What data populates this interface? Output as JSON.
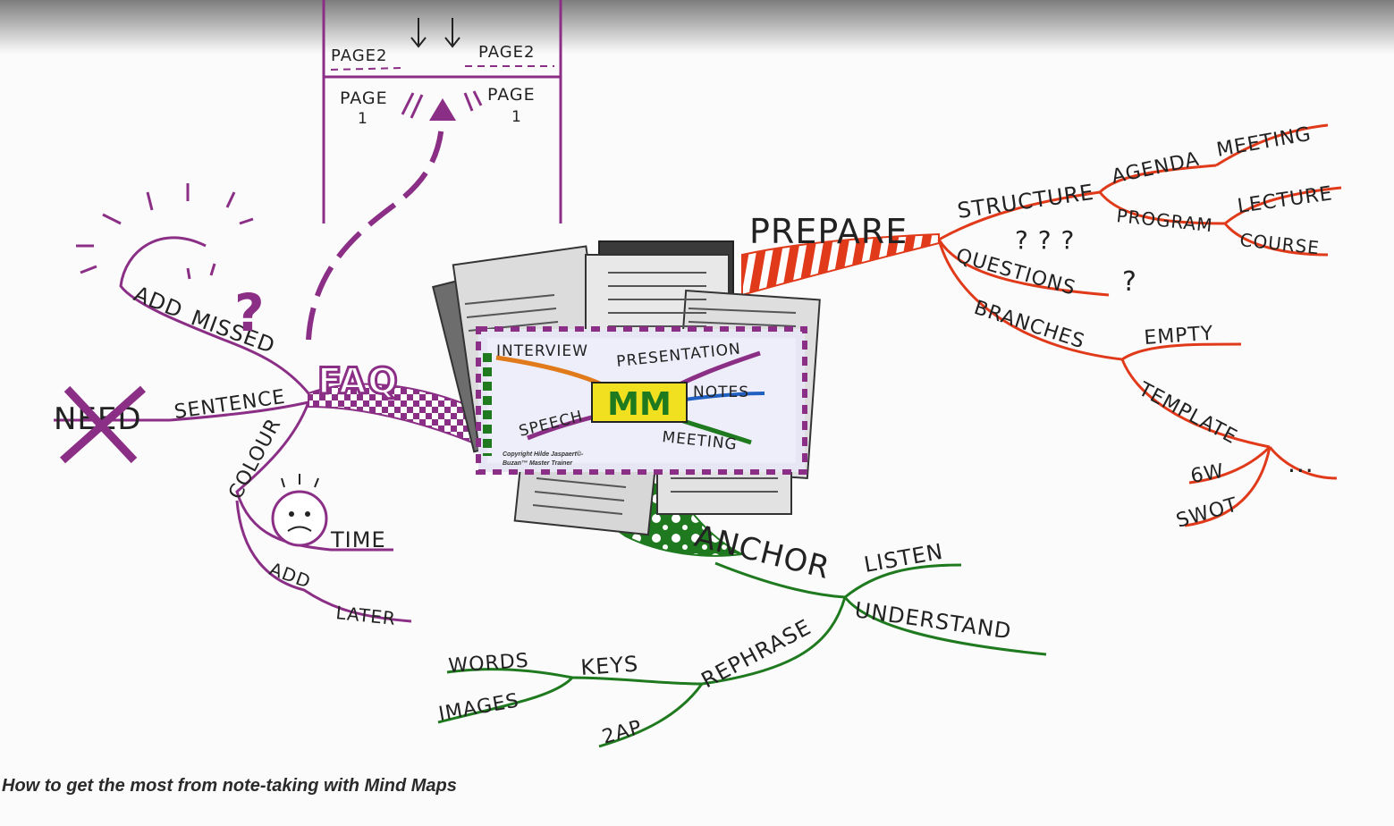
{
  "caption": "How to get the most from note-taking with Mind Maps",
  "colors": {
    "purple": "#8b2f86",
    "red": "#e03a1a",
    "green": "#1f7a1f",
    "ink": "#222222",
    "yellow": "#f0e020"
  },
  "center": {
    "letters": "MM",
    "words": [
      "INTERVIEW",
      "PRESENTATION",
      "NOTES",
      "SPEECH",
      "MEETING"
    ],
    "copyright_line1": "Copyright Hilde Jaspaert©-",
    "copyright_line2": "Buzan™ Master Trainer"
  },
  "page_box": {
    "page2_left": "PAGE2",
    "page2_right": "PAGE2",
    "page1_left": "PAGE",
    "page1_left_num": "1",
    "page1_right": "PAGE",
    "page1_right_num": "1"
  },
  "purple_branch": {
    "main": "FAQ",
    "crossed": "NEED",
    "sentence": "SENTENCE",
    "add": "ADD",
    "missed": "MISSED",
    "colour": "COLOUR",
    "time": "TIME",
    "add2": "ADD",
    "later": "LATER"
  },
  "red_branch": {
    "main": "PREPARE",
    "structure": "STRUCTURE",
    "agenda": "AGENDA",
    "meeting": "MEETING",
    "program": "PROGRAM",
    "lecture": "LECTURE",
    "course": "COURSE",
    "questions": "QUESTIONS",
    "question_marks": "? ? ?",
    "question_mark2": "?",
    "branches": "BRANCHES",
    "empty": "EMPTY",
    "template": "TEMPLATE",
    "sixw": "6W",
    "swot": "SWOT",
    "ellipsis": "..."
  },
  "green_branch": {
    "main": "ANCHOR",
    "listen": "LISTEN",
    "understand": "UNDERSTAND",
    "rephrase": "REPHRASE",
    "keys": "KEYS",
    "words": "WORDS",
    "images": "IMAGES",
    "twoap": "2AP"
  }
}
